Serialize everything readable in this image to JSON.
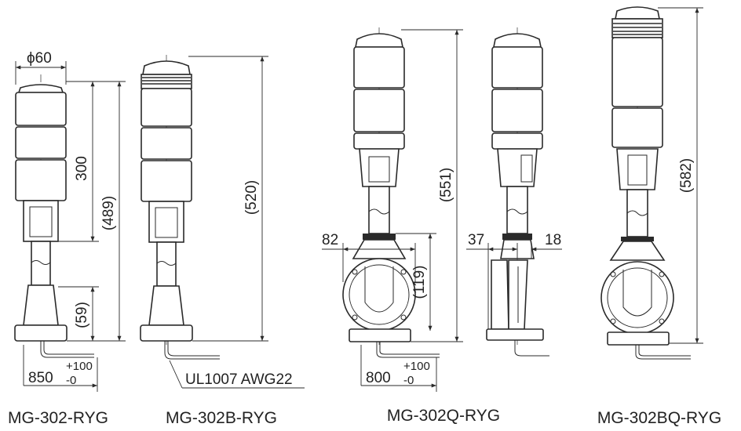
{
  "models": [
    {
      "name": "MG-302-RYG"
    },
    {
      "name": "MG-302B-RYG"
    },
    {
      "name": "MG-302Q-RYG"
    },
    {
      "name": "MG-302BQ-RYG"
    }
  ],
  "dimensions": {
    "diameter": "ϕ60",
    "height_300": "300",
    "height_489": "(489)",
    "base_59": "(59)",
    "height_520": "(520)",
    "height_551": "(551)",
    "base_119": "(119)",
    "height_582": "(582)",
    "width_82": "82",
    "width_37": "37",
    "width_18": "18",
    "cable_850_main": "850",
    "cable_850_tol_plus": "+100",
    "cable_850_tol_minus": "-0",
    "cable_800_main": "800",
    "cable_800_tol_plus": "+100",
    "cable_800_tol_minus": "-0"
  },
  "cable_spec": "UL1007 AWG22"
}
